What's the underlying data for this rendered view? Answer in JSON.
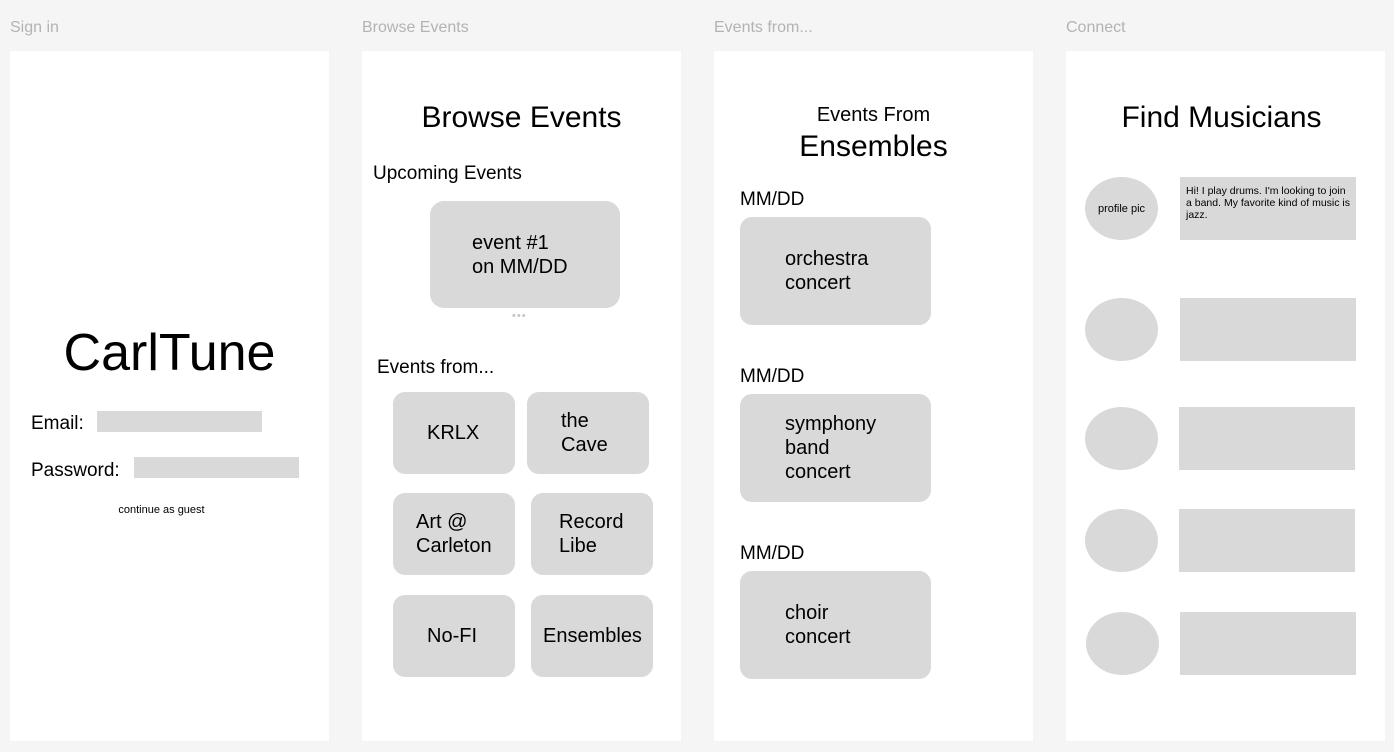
{
  "frames": {
    "signin": {
      "label": "Sign in"
    },
    "browse": {
      "label": "Browse Events"
    },
    "events_from": {
      "label": "Events from..."
    },
    "connect": {
      "label": "Connect"
    }
  },
  "signin": {
    "app_title": "CarlTune",
    "email_label": "Email:",
    "password_label": "Password:",
    "guest_link": "continue as guest"
  },
  "browse": {
    "title": "Browse Events",
    "upcoming_heading": "Upcoming Events",
    "upcoming_card": "event #1\non MM/DD",
    "carousel_dots": "•••",
    "events_from_heading": "Events from...",
    "sources": [
      "KRLX",
      "the\nCave",
      "Art @\nCarleton",
      "Record\nLibe",
      "No-FI",
      "Ensembles"
    ]
  },
  "ensembles": {
    "subtitle": "Events From",
    "title": "Ensembles",
    "events": [
      {
        "date": "MM/DD",
        "name": "orchestra\nconcert"
      },
      {
        "date": "MM/DD",
        "name": "symphony\nband\nconcert"
      },
      {
        "date": "MM/DD",
        "name": "choir\nconcert"
      }
    ]
  },
  "connect": {
    "title": "Find Musicians",
    "profiles": [
      {
        "avatar": "profile pic",
        "bio": "Hi! I play drums. I'm looking to join a band. My favorite kind of music is jazz."
      },
      {
        "avatar": "",
        "bio": ""
      },
      {
        "avatar": "",
        "bio": ""
      },
      {
        "avatar": "",
        "bio": ""
      },
      {
        "avatar": "",
        "bio": ""
      }
    ]
  },
  "colors": {
    "background": "#f5f5f5",
    "frame": "#ffffff",
    "placeholder": "#d9d9d9",
    "label": "#b3b3b3"
  }
}
